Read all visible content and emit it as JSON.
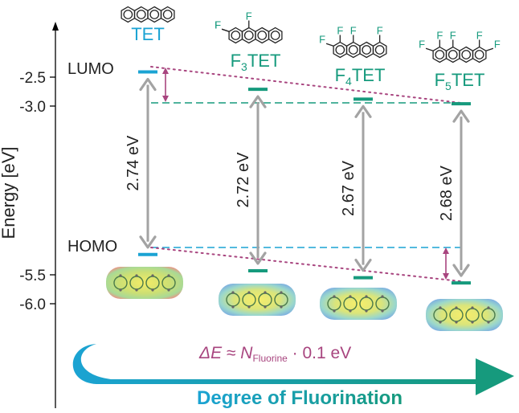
{
  "axis": {
    "ylabel": "Energy [eV]",
    "ticks": [
      {
        "label": "-2.5",
        "value": -2.5
      },
      {
        "label": "-3.0",
        "value": -3.0
      },
      {
        "label": "-5.5",
        "value": -5.5
      },
      {
        "label": "-6.0",
        "value": -6.0
      }
    ]
  },
  "labels": {
    "lumo": "LUMO",
    "homo": "HOMO"
  },
  "molecules": [
    {
      "name_main": "TET",
      "name_prefix": "",
      "name_sub": "",
      "color": "#1ba3d3",
      "gap": "2.74 eV",
      "lumo": -2.41,
      "homo": -5.15,
      "fluorines": 0
    },
    {
      "name_main": "TET",
      "name_prefix": "F",
      "name_sub": "3",
      "color": "#169a7d",
      "gap": "2.72 eV",
      "lumo": -2.71,
      "homo": -5.43,
      "fluorines": 3
    },
    {
      "name_main": "TET",
      "name_prefix": "F",
      "name_sub": "4",
      "color": "#169a7d",
      "gap": "2.67 eV",
      "lumo": -2.88,
      "homo": -5.55,
      "fluorines": 4
    },
    {
      "name_main": "TET",
      "name_prefix": "F",
      "name_sub": "5",
      "color": "#169a7d",
      "gap": "2.68 eV",
      "lumo": -2.96,
      "homo": -5.64,
      "fluorines": 5
    }
  ],
  "formula": {
    "delta": "ΔE ≈ ",
    "n": "N",
    "sub": "Fluorine",
    "rest": " · 0.1 eV"
  },
  "arrow_label": "Degree of Fluorination",
  "colors": {
    "cyan": "#1ba3d3",
    "green": "#169a7d",
    "magenta": "#a8457f",
    "gray": "#a3a3a3",
    "axis": "#000000"
  }
}
